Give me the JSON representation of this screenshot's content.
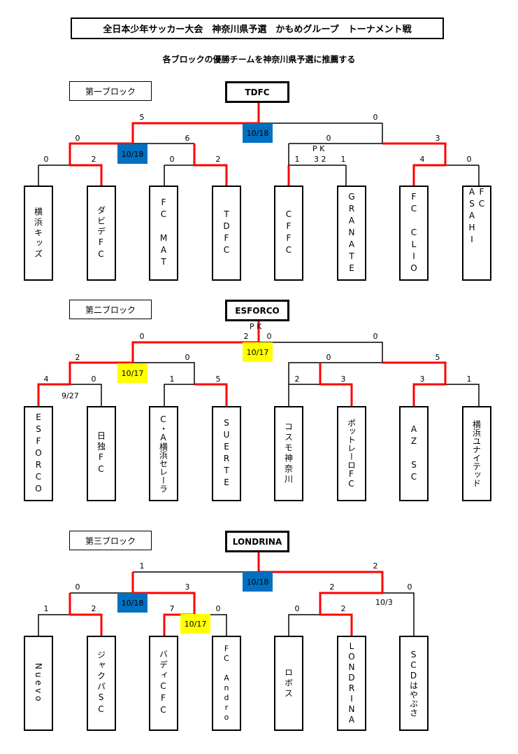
{
  "title": "全日本少年サッカー大会　神奈川県予選　かもめグループ　トーナメント戦",
  "subtitle": "各ブロックの優勝チームを神奈川県予選に推薦する",
  "colors": {
    "win_line": "#ff0000",
    "line": "#000000",
    "date_blue": "#0070c0",
    "date_yellow": "#ffff00"
  },
  "blocks": [
    {
      "label": "第一ブロック",
      "winner": "TDFC",
      "teams": [
        "横浜キッズ",
        "ダビデFC",
        "FC MAT",
        "TDFC",
        "CFFC",
        "GRANATE",
        "FC CLIO",
        "FC ASAHI"
      ],
      "r1_scores": [
        "0",
        "2",
        "0",
        "2",
        "1",
        "1",
        "4",
        "0"
      ],
      "r2_scores": [
        "0",
        "6",
        "0",
        "3"
      ],
      "final_scores": [
        "5",
        "0"
      ],
      "notes": {
        "pk": "P K",
        "pk_scores": "3 2"
      },
      "dates": {
        "sf_left": "10/18",
        "final": "10/18"
      }
    },
    {
      "label": "第二ブロック",
      "winner": "ESFORCO",
      "teams": [
        "ESFORCO",
        "日独FC",
        "C・A横浜セレーラ",
        "SUERTE",
        "コスモ神奈川",
        "ポットレーロFC",
        "AZ SC",
        "横浜ユナイテッド"
      ],
      "r1_scores": [
        "4",
        "0",
        "1",
        "5",
        "2",
        "3",
        "3",
        "1"
      ],
      "r2_scores": [
        "2",
        "0",
        "0",
        "5"
      ],
      "final_scores": [
        "0",
        "0"
      ],
      "notes": {
        "pk": "P K",
        "pk_scores": "2",
        "r1_date": "9/27"
      },
      "dates": {
        "sf_left": "10/17",
        "final": "10/17"
      }
    },
    {
      "label": "第三ブロック",
      "winner": "LONDRINA",
      "teams": [
        "Nuevo",
        "ジャクパSC",
        "バディCFC",
        "FC Andro",
        "ロボス",
        "LONDRINA",
        "SCDはやぶさ"
      ],
      "r1_scores": [
        "1",
        "2",
        "7",
        "0",
        "0",
        "2"
      ],
      "r2_scores": [
        "0",
        "3",
        "2",
        "0"
      ],
      "final_scores": [
        "1",
        "2"
      ],
      "notes": {
        "r2_date": "10/3"
      },
      "dates": {
        "sf_left": "10/18",
        "final": "10/18",
        "r1": "10/17"
      }
    }
  ]
}
